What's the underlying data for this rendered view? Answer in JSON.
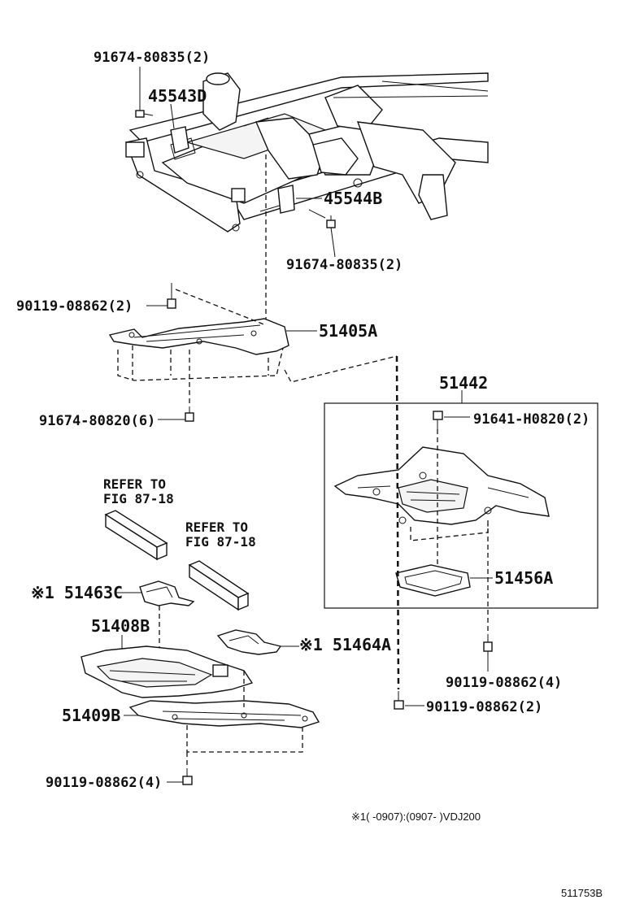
{
  "labels": {
    "bolt_frame_top": "91674-80835(2)",
    "bracket_left": "45543D",
    "bracket_right": "45544B",
    "bolt_frame_bottom": "91674-80835(2)",
    "bolt_51405_top": "90119-08862(2)",
    "cover_51405A": "51405A",
    "bolt_51405_bottom": "91674-80820(6)",
    "assembly_51442": "51442",
    "bolt_51442": "91641-H0820(2)",
    "plate_51456A": "51456A",
    "bolt_51442_bottom": "90119-08862(4)",
    "bolt_center": "90119-08862(2)",
    "refer_1_line1": "REFER TO",
    "refer_1_line2": "FIG 87-18",
    "refer_2_line1": "REFER TO",
    "refer_2_line2": "FIG 87-18",
    "cover_51463C": "※1 51463C",
    "cover_51408B": "51408B",
    "cover_51464A": "※1 51464A",
    "cover_51409B": "51409B",
    "bolt_51409_bottom": "90119-08862(4)"
  },
  "footnote": "※1(        -0907):(0907-        )VDJ200",
  "figure_id": "511753B"
}
